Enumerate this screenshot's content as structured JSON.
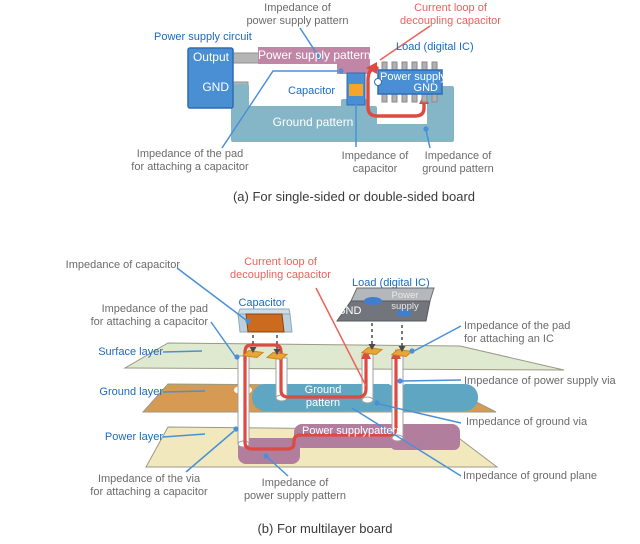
{
  "a": {
    "caption": "(a) For single-sided or double-sided board",
    "labels": {
      "imp_psu_1": "Impedance of",
      "imp_psu_2": "power supply pattern",
      "loop_1": "Current loop of",
      "loop_2": "decoupling capacitor",
      "psu_circuit": "Power supply circuit",
      "load": "Load (digital IC)",
      "capacitor": "Capacitor",
      "imp_pad_1": "Impedance of the pad",
      "imp_pad_2": "for attaching a capacitor",
      "imp_cap_1": "Impedance of",
      "imp_cap_2": "capacitor",
      "imp_gnd_1": "Impedance of",
      "imp_gnd_2": "ground pattern"
    },
    "parts": {
      "output": "Output",
      "gnd": "GND",
      "psu_pattern": "Power supply pattern",
      "ic_power": "Power supply",
      "ic_gnd": "GND",
      "ground_pattern": "Ground pattern"
    }
  },
  "b": {
    "caption": "(b) For multilayer board",
    "labels": {
      "imp_cap": "Impedance of capacitor",
      "imp_pad_cap_1": "Impedance of the pad",
      "imp_pad_cap_2": "for attaching a capacitor",
      "loop_1": "Current loop of",
      "loop_2": "decoupling capacitor",
      "capacitor": "Capacitor",
      "load": "Load (digital IC)",
      "imp_pad_ic_1": "Impedance of the pad",
      "imp_pad_ic_2": "for attaching an IC",
      "surface_layer": "Surface layer",
      "ground_layer": "Ground layer",
      "power_layer": "Power layer",
      "imp_psu_via": "Impedance of power supply via",
      "imp_gnd_via": "Impedance of ground via",
      "imp_gnd_plane": "Impedance of ground plane",
      "imp_via_1": "Impedance of the via",
      "imp_via_2": "for attaching a capacitor",
      "imp_pat_1": "Impedance of",
      "imp_pat_2": "power supply pattern"
    },
    "parts": {
      "ic_gnd": "GND",
      "ic_pow_1": "Power",
      "ic_pow_2": "supply",
      "gnd_pat_1": "Ground",
      "gnd_pat_2": "pattern",
      "psu_pattern": "Power supplypattern"
    }
  },
  "colors": {
    "label_gray": "#6b6b6b",
    "label_blue": "#1a6bbf",
    "label_red": "#e8635b",
    "loop_red": "#dd4a42",
    "leader_blue": "#4a90d8",
    "board_teal": "#85b6c8",
    "pattern_mauve": "#c186a5",
    "chip_blue": "#4a8fd3",
    "surface_green": "#dfe9d0",
    "ground_tan": "#d69a52",
    "ground_blob_blue": "#5ea6c2",
    "power_yellow": "#f1e9bd",
    "power_blob_mauve": "#b27e9e",
    "capacitor_orange": "#cc6a1e"
  }
}
